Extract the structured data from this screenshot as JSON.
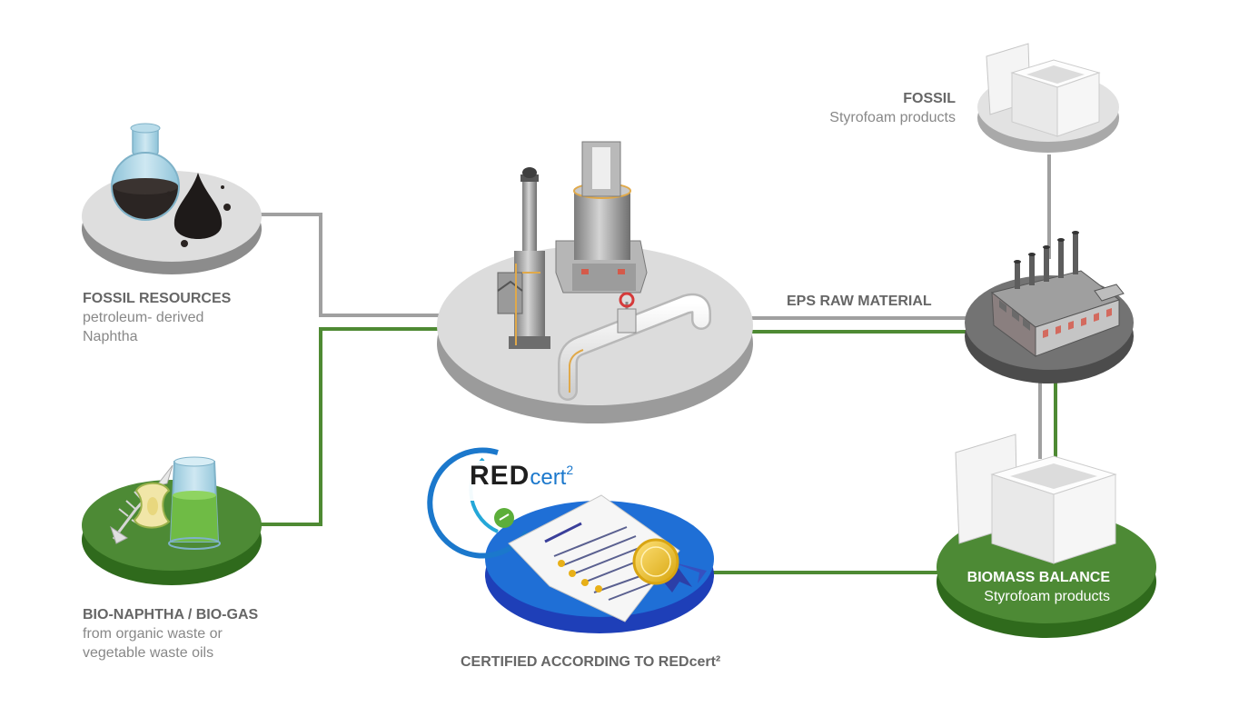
{
  "colors": {
    "fossil_line": "#a0a0a0",
    "bio_line": "#4e8a33",
    "bio_disc": "#4d8a35",
    "cert_disc": "#1f6fd6",
    "grey_disc": "#d9d9d9",
    "factory_disc": "#6e6e6e"
  },
  "nodes": {
    "fossil_resources": {
      "title": "FOSSIL RESOURCES",
      "line1": "petroleum- derived",
      "line2": "Naphtha",
      "icons": [
        "flask-icon",
        "oil-drop-icon"
      ]
    },
    "bio_naphtha": {
      "title": "BIO-NAPHTHA / BIO-GAS",
      "line1": "from organic waste or",
      "line2": "vegetable waste oils",
      "icons": [
        "fish-bone-icon",
        "apple-core-icon",
        "beaker-icon"
      ]
    },
    "refinery": {
      "icons": [
        "refinery-tower-icon",
        "reactor-icon",
        "pipe-valve-icon"
      ]
    },
    "certificate": {
      "logo_text": "RED",
      "logo_sub": "cert",
      "logo_sup": "2",
      "caption": "CERTIFIED ACCORDING TO REDcert²",
      "icons": [
        "certificate-document-icon",
        "seal-rosette-icon"
      ]
    },
    "fossil_products": {
      "title": "FOSSIL",
      "subtitle": "Styrofoam products",
      "icons": [
        "styrofoam-box-icon"
      ]
    },
    "factory": {
      "line_label": "EPS RAW MATERIAL",
      "icons": [
        "factory-icon"
      ]
    },
    "biomass_products": {
      "title": "BIOMASS BALANCE",
      "subtitle": "Styrofoam products",
      "icons": [
        "styrofoam-box-icon"
      ]
    }
  }
}
